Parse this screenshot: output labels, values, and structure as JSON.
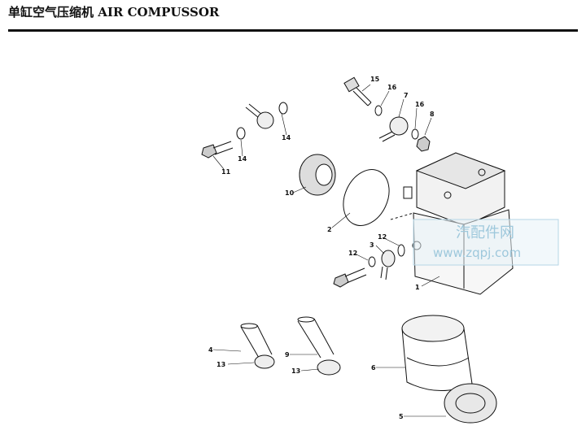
{
  "header": {
    "title": "单缸空气压缩机 AIR COMPUSSOR"
  },
  "watermark": {
    "cn": "汽配件网",
    "url": "www.zqpj.com"
  },
  "callouts": [
    {
      "id": "c15a",
      "text": "15"
    },
    {
      "id": "c16a",
      "text": "16"
    },
    {
      "id": "c7",
      "text": "7"
    },
    {
      "id": "c16b",
      "text": "16"
    },
    {
      "id": "c8",
      "text": "8"
    },
    {
      "id": "c14a",
      "text": "14"
    },
    {
      "id": "c14b",
      "text": "14"
    },
    {
      "id": "c11",
      "text": "11"
    },
    {
      "id": "c10",
      "text": "10"
    },
    {
      "id": "c2",
      "text": "2"
    },
    {
      "id": "c12a",
      "text": "12"
    },
    {
      "id": "c3",
      "text": "3"
    },
    {
      "id": "c12b",
      "text": "12"
    },
    {
      "id": "c1",
      "text": "1"
    },
    {
      "id": "c4",
      "text": "4"
    },
    {
      "id": "c13a",
      "text": "13"
    },
    {
      "id": "c9",
      "text": "9"
    },
    {
      "id": "c13b",
      "text": "13"
    },
    {
      "id": "c6",
      "text": "6"
    },
    {
      "id": "c5",
      "text": "5"
    }
  ],
  "colors": {
    "ink": "#111111",
    "watermark": "#9ec8dc"
  }
}
